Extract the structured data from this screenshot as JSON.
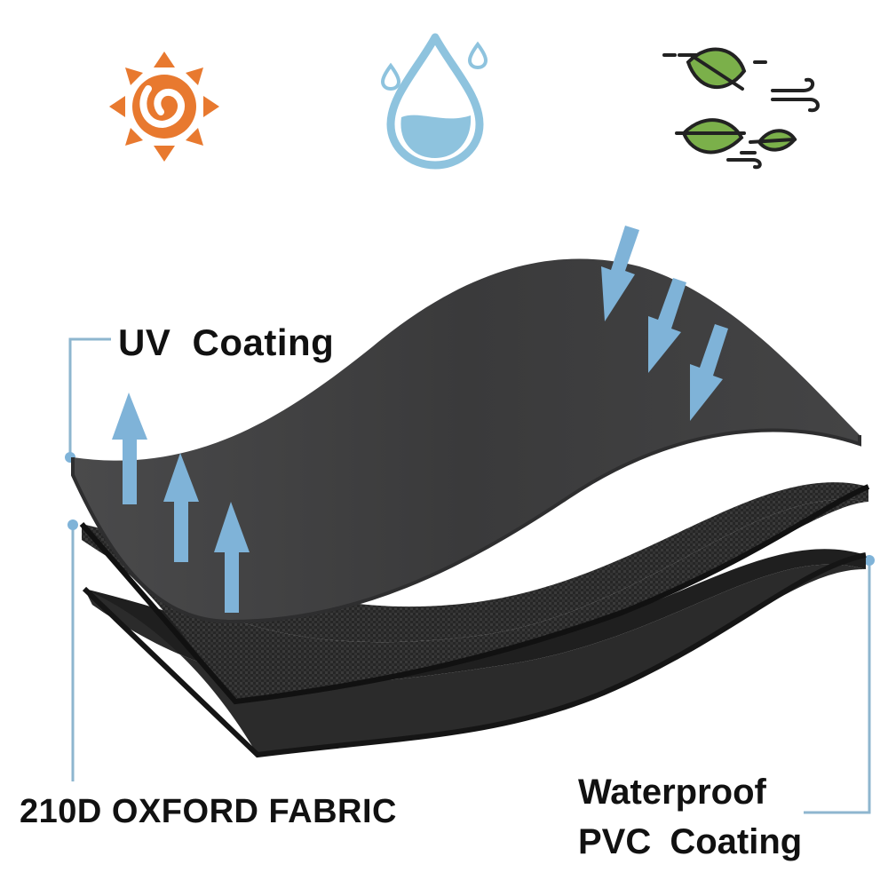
{
  "icons": [
    {
      "name": "sun-icon",
      "color": "#e8792f"
    },
    {
      "name": "water-drop-icon",
      "color": "#8ec3de"
    },
    {
      "name": "wind-leaves-icon",
      "color": "#7bb04a"
    }
  ],
  "labels": {
    "uv_coating": "UV  Coating",
    "fabric": "210D OXFORD FABRIC",
    "waterproof_line1": "Waterproof",
    "waterproof_line2": "PVC  Coating"
  },
  "colors": {
    "arrow": "#7fb3d8",
    "leader_line": "#8eb6cf",
    "top_layer": "#3d3d3e",
    "middle_layer": "#2a2a2a",
    "bottom_layer": "#1f1f1f"
  }
}
